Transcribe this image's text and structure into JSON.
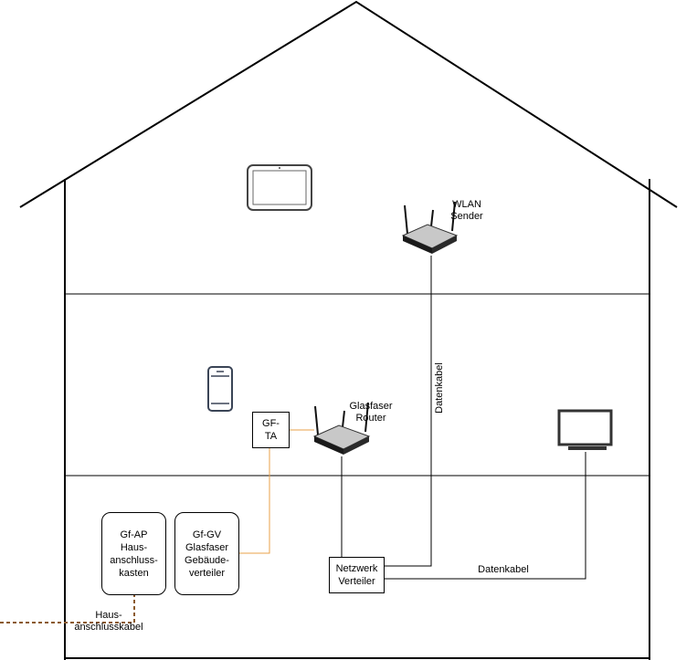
{
  "wlan_label": "WLAN\nSender",
  "router_label": "Glasfaser\nRouter",
  "gfta_label": "GF-\nTA",
  "gfap_label": "Gf-AP\nHaus-\nanschluss-\nkasten",
  "gfgv_label": "Gf-GV\nGlasfaser\nGebäude-\nverteiler",
  "switch_label": "Netzwerk\nVerteiler",
  "cable_vertical": "Datenkabel",
  "cable_horizontal": "Datenkabel",
  "house_cable": "Haus-\nanschlusskabel",
  "colors": {
    "fiber": "#e8a04a",
    "house_cable": "#8b5a2b",
    "device": "#333333"
  }
}
